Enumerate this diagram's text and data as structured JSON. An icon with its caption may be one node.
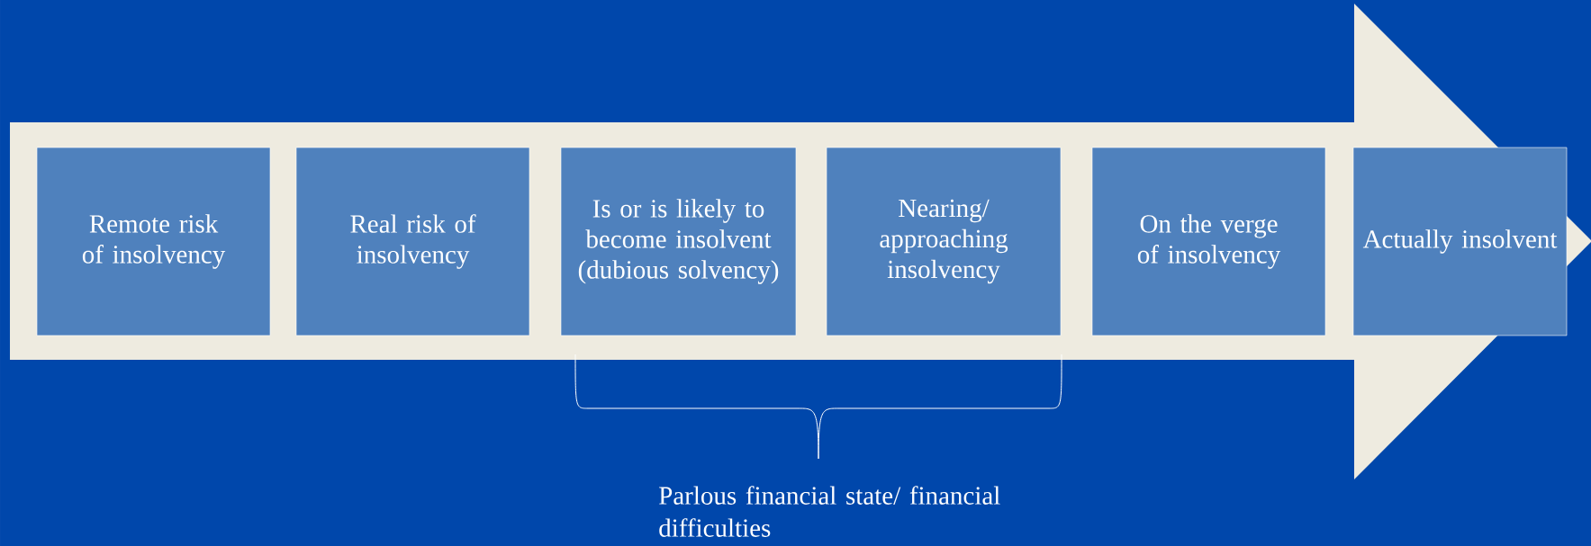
{
  "diagram": {
    "nodes": [
      {
        "text": [
          "Remote risk of insolvency"
        ]
      },
      {
        "text": [
          "Real risk of insolvency"
        ]
      },
      {
        "text": [
          "Is or is likely to become insolvent (dubious solvency)"
        ]
      },
      {
        "text": [
          "Nearing/ approaching insolvency"
        ]
      },
      {
        "text": [
          "On the verge of insolvency"
        ]
      },
      {
        "text": [
          "Actually insolvent"
        ]
      }
    ],
    "labels": [
      "Parlous financial state/ financial difficulties"
    ]
  }
}
